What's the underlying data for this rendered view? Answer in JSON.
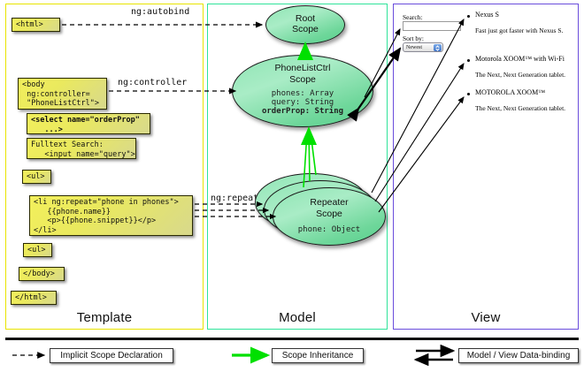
{
  "panels": {
    "template": {
      "label": "Template",
      "color": "#e8e400"
    },
    "model": {
      "label": "Model",
      "color": "#2fe39a"
    },
    "view": {
      "label": "View",
      "color": "#6a4ddc"
    }
  },
  "template": {
    "boxes": [
      {
        "name": "html-open",
        "text": "<html>"
      },
      {
        "name": "body-open",
        "text": "<body\n ng:controller=\n \"PhoneListCtrl\">"
      },
      {
        "name": "select-tag",
        "text": "<select name=\"orderProp\"\n   ...>"
      },
      {
        "name": "search-input",
        "text": "Fulltext Search:\n   <input name=\"query\">"
      },
      {
        "name": "ul-open",
        "text": "<ul>"
      },
      {
        "name": "li-repeat",
        "text": "<li ng:repeat=\"phone in phones\">\n   {{phone.name}}\n   <p>{{phone.snippet}}</p>\n</li>"
      },
      {
        "name": "ul-close",
        "text": "<ul>"
      },
      {
        "name": "body-close",
        "text": "</body>"
      },
      {
        "name": "html-close",
        "text": "</html>"
      }
    ]
  },
  "directive_labels": {
    "autobind": "ng:autobind",
    "controller": "ng:controller",
    "repeat": "ng:repeat"
  },
  "model": {
    "root_scope": {
      "title_line1": "Root",
      "title_line2": "Scope",
      "props": []
    },
    "ctrl_scope": {
      "title_line1": "PhoneListCtrl",
      "title_line2": "Scope",
      "props": [
        "phones: Array",
        "query: String",
        "orderProp: String"
      ],
      "bold_prop": "orderProp: String"
    },
    "repeater_scope": {
      "title_line1": "Repeater",
      "title_line2": "Scope",
      "props": [
        "phone: Object"
      ],
      "stack_count": 3
    }
  },
  "view": {
    "search_label": "Search:",
    "search_value": "",
    "sort_label": "Sort by:",
    "sort_selected": "Newest",
    "phones": [
      {
        "name": "Nexus S",
        "snippet": "Fast just got faster with Nexus S."
      },
      {
        "name": "Motorola XOOM™  with Wi-Fi",
        "snippet": "The Next, Next Generation tablet."
      },
      {
        "name": "MOTOROLA XOOM™",
        "snippet": "The Next, Next Generation tablet."
      }
    ]
  },
  "legend": {
    "items": [
      {
        "name": "implicit-scope-declaration",
        "label": "Implicit Scope Declaration",
        "arrow": "dashed-black"
      },
      {
        "name": "scope-inheritance",
        "label": "Scope Inheritance",
        "arrow": "solid-green"
      },
      {
        "name": "model-view-data-binding",
        "label": "Model / View Data-binding",
        "arrow": "double-black"
      }
    ]
  },
  "colors": {
    "green_arrow": "#00e000",
    "code_box_fill": "#eeec5a",
    "ellipse_fill": "#8fe5b4"
  }
}
